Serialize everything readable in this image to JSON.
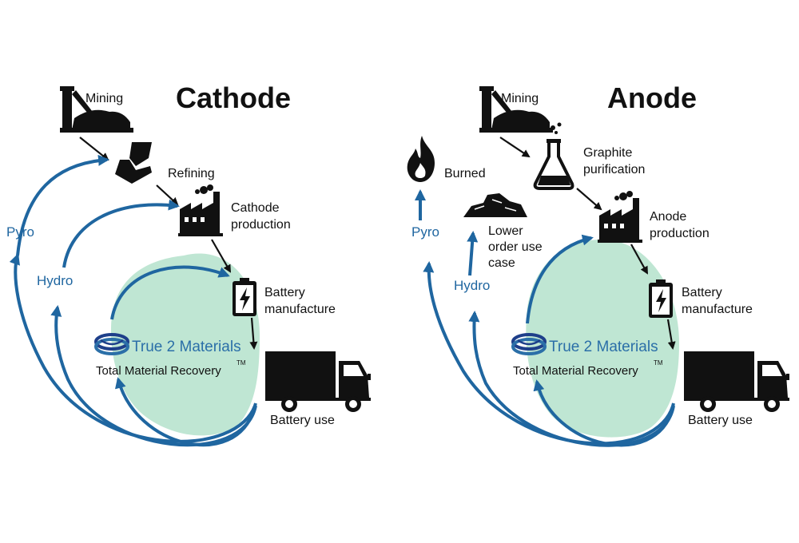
{
  "cathode": {
    "title": "Cathode",
    "mining": "Mining",
    "refining": "Refining",
    "production": [
      "Cathode",
      "production"
    ],
    "battery_manufacture": [
      "Battery",
      "manufacture"
    ],
    "battery_use": "Battery use",
    "pyro": "Pyro",
    "hydro": "Hydro",
    "brand": "True 2 Materials",
    "brand_sub": "Total Material Recovery",
    "trademark": "TM"
  },
  "anode": {
    "title": "Anode",
    "mining": "Mining",
    "purification": [
      "Graphite",
      "purification"
    ],
    "burned": "Burned",
    "lower_order": [
      "Lower",
      "order use",
      "case"
    ],
    "production": [
      "Anode",
      "production"
    ],
    "battery_manufacture": [
      "Battery",
      "manufacture"
    ],
    "battery_use": "Battery use",
    "pyro": "Pyro",
    "hydro": "Hydro",
    "brand": "True 2 Materials",
    "brand_sub": "Total Material Recovery",
    "trademark": "TM"
  },
  "colors": {
    "recovery_fill": "#bfe6d3",
    "flow_blue": "#1f66a0",
    "ink": "#111111"
  },
  "icons": [
    "mine-icon",
    "crucible-icon",
    "factory-icon",
    "battery-icon",
    "truck-icon",
    "flask-icon",
    "flame-icon",
    "rubble-icon",
    "t2m-logo-icon"
  ]
}
